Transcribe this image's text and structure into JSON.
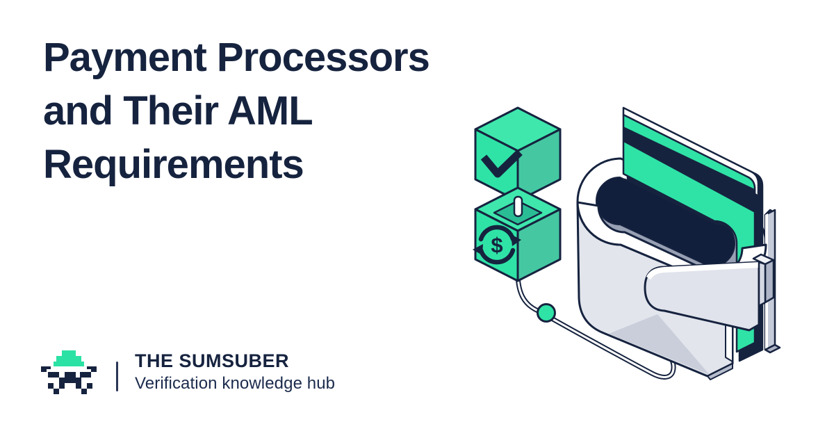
{
  "headline": {
    "line1": "Payment Processors",
    "line2": "and Their AML",
    "line3": "Requirements"
  },
  "footer": {
    "brand": "THE SUMSUBER",
    "tagline": "Verification knowledge hub"
  },
  "illustration": {
    "description": "Isometric wallet holding a green credit card, connected by a cable to a verification cube with a checkmark and a currency-exchange cube",
    "dollar_symbol": "$",
    "icons": [
      "check-icon",
      "dollar-exchange-icon",
      "wallet",
      "credit-card",
      "cable",
      "pixel-mascot-logo"
    ]
  },
  "colors": {
    "navy": "#16233F",
    "mint": "#2FE3A6",
    "mint_top": "#3FE7AD",
    "mint_shaded": "#45C8A2",
    "wallet_grey": "#E2E5EC",
    "wallet_shadow": "#C9CEDA",
    "slot_slate": "#98A0B4",
    "background": "#FFFFFF"
  }
}
